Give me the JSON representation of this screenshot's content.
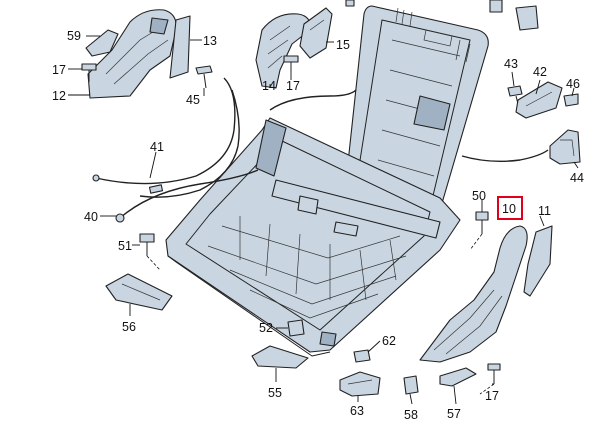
{
  "callouts": [
    {
      "id": "c59",
      "text": "59"
    },
    {
      "id": "c13",
      "text": "13"
    },
    {
      "id": "c17a",
      "text": "17"
    },
    {
      "id": "c12",
      "text": "12"
    },
    {
      "id": "c45",
      "text": "45"
    },
    {
      "id": "c14",
      "text": "14"
    },
    {
      "id": "c17b",
      "text": "17"
    },
    {
      "id": "c15",
      "text": "15"
    },
    {
      "id": "c43",
      "text": "43"
    },
    {
      "id": "c42",
      "text": "42"
    },
    {
      "id": "c46",
      "text": "46"
    },
    {
      "id": "c41",
      "text": "41"
    },
    {
      "id": "c44",
      "text": "44"
    },
    {
      "id": "c40",
      "text": "40"
    },
    {
      "id": "c50",
      "text": "50"
    },
    {
      "id": "c10",
      "text": "10",
      "highlighted": true
    },
    {
      "id": "c11",
      "text": "11"
    },
    {
      "id": "c51",
      "text": "51"
    },
    {
      "id": "c56",
      "text": "56"
    },
    {
      "id": "c52",
      "text": "52"
    },
    {
      "id": "c62",
      "text": "62"
    },
    {
      "id": "c55",
      "text": "55"
    },
    {
      "id": "c63",
      "text": "63"
    },
    {
      "id": "c58",
      "text": "58"
    },
    {
      "id": "c57",
      "text": "57"
    },
    {
      "id": "c17c",
      "text": "17"
    }
  ],
  "colors": {
    "part_fill": "#c9d6e2",
    "highlight": "#e0001b"
  }
}
